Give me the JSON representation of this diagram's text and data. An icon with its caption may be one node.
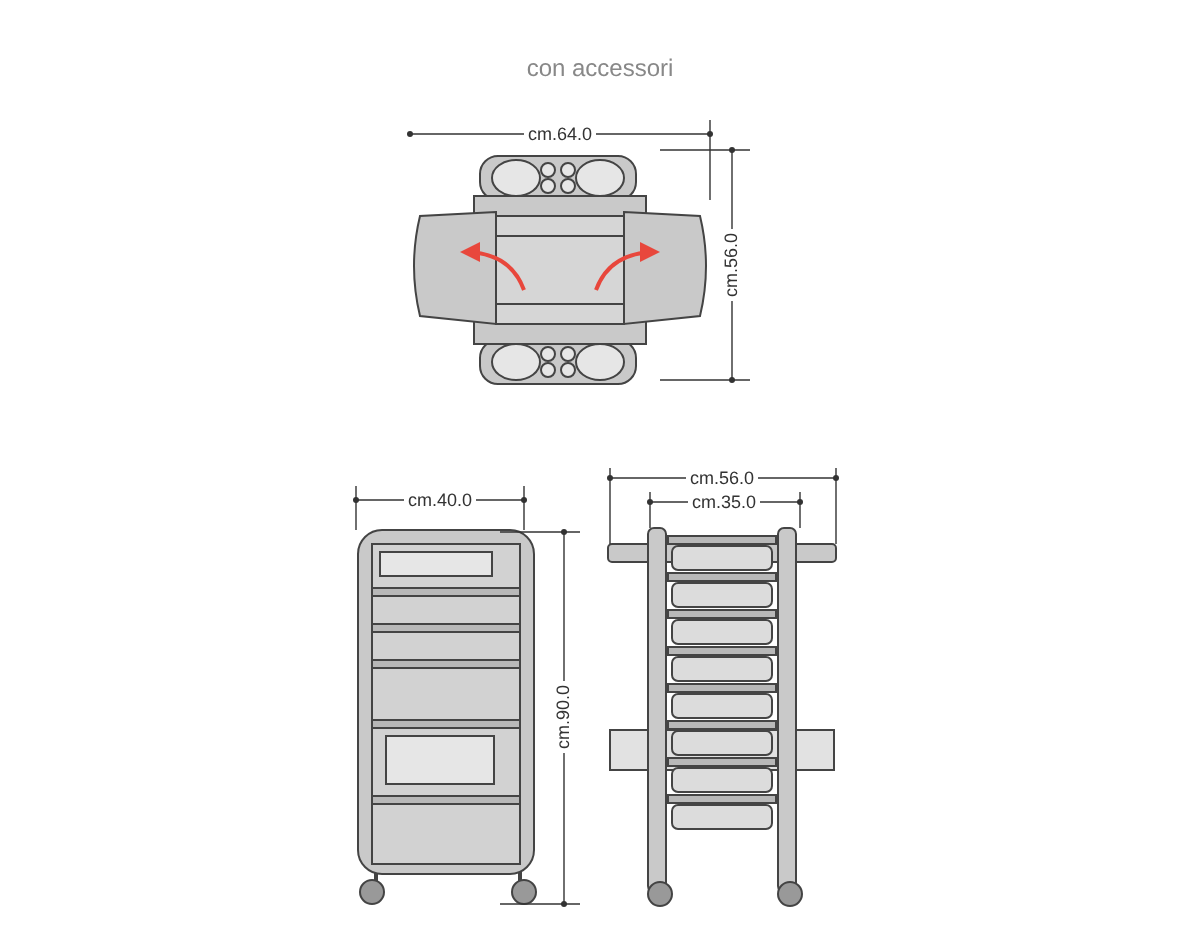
{
  "diagram": {
    "title": "con accessori",
    "labels": [
      "cm.64.0",
      "cm.56.0",
      "cm.40.0",
      "cm.90.0",
      "cm.56.0",
      "cm.35.0"
    ]
  }
}
